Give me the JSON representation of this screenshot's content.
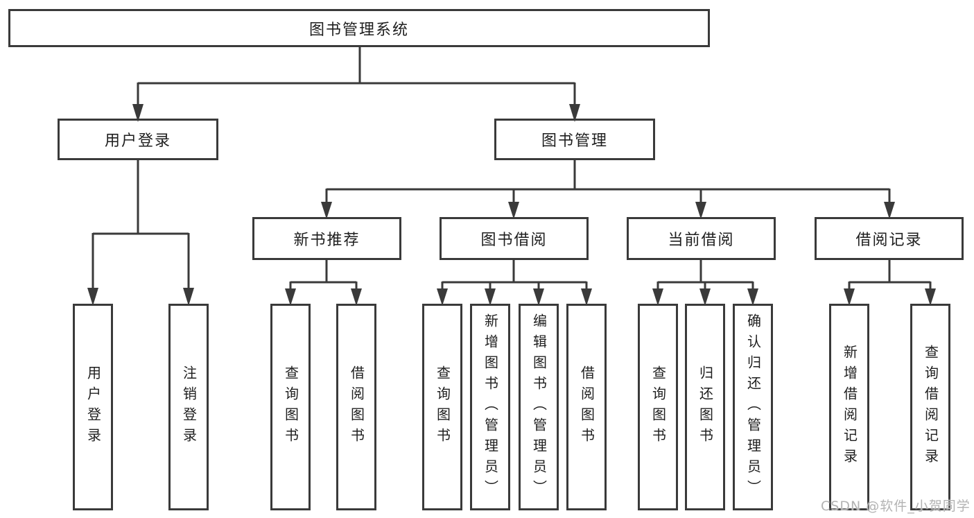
{
  "diagram": {
    "title": "图书管理系统",
    "root": {
      "label": "图书管理系统"
    },
    "branches": [
      {
        "label": "用户登录",
        "children": [
          "用户登录",
          "注销登录"
        ]
      },
      {
        "label": "图书管理",
        "children": [
          {
            "label": "新书推荐",
            "children": [
              "查询图书",
              "借阅图书"
            ]
          },
          {
            "label": "图书借阅",
            "children": [
              "查询图书",
              "新增图书（管理员）",
              "编辑图书（管理员）",
              "借阅图书"
            ]
          },
          {
            "label": "当前借阅",
            "children": [
              "查询图书",
              "归还图书",
              "确认归还（管理员）"
            ]
          },
          {
            "label": "借阅记录",
            "children": [
              "新增借阅记录",
              "查询借阅记录"
            ]
          }
        ]
      }
    ]
  },
  "watermark": {
    "text": "CSDN @软件_小贺同学"
  },
  "colors": {
    "line": "#3a3a3a",
    "text": "#1e1e1e",
    "watermark": "#b3b3b3",
    "background": "#ffffff"
  }
}
